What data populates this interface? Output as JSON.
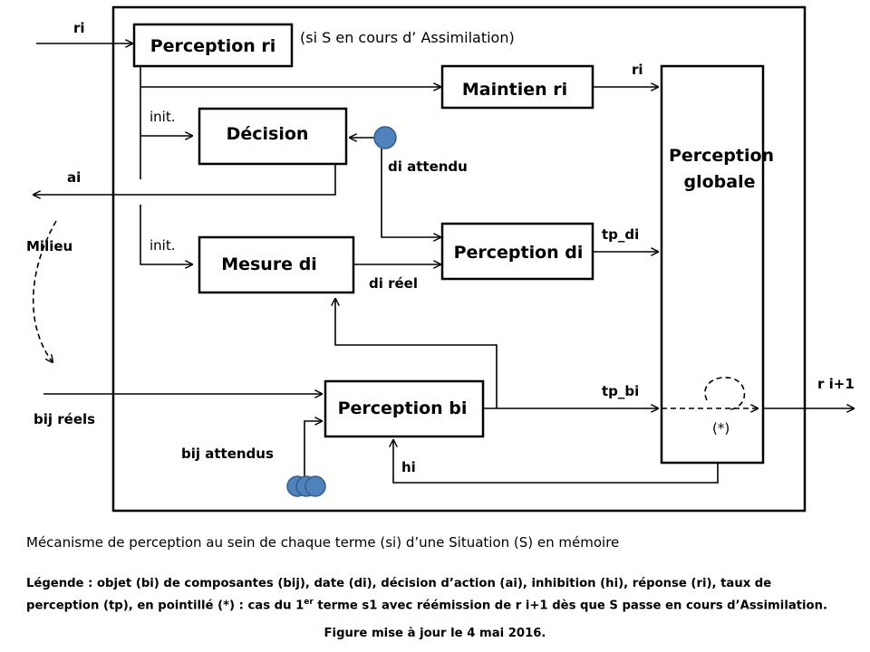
{
  "diagram": {
    "boxes": {
      "perception_ri": "Perception ri",
      "maintien_ri": "Maintien ri",
      "decision": "Décision",
      "mesure_di": "Mesure di",
      "perception_di": "Perception di",
      "perception_bi": "Perception bi",
      "perception_globale_line1": "Perception",
      "perception_globale_line2": "globale"
    },
    "labels": {
      "ri_in": "ri",
      "si_note": "(si S en cours d’ Assimilation)",
      "ri_out": "ri",
      "init_1": "init.",
      "init_2": "init.",
      "ai": "ai",
      "milieu": "Milieu",
      "di_attendu": "di attendu",
      "tp_di": "tp_di",
      "di_reel": "di réel",
      "tp_bi": "tp_bi",
      "r_i1": "r i+1",
      "bij_reels": "bij réels",
      "bij_attendus": "bij attendus",
      "hi": "hi",
      "star": "(*)"
    }
  },
  "caption": {
    "main": "Mécanisme de perception au sein de chaque terme (si) d’une Situation  (S) en mémoire",
    "legend_line1": "Légende : objet (bi) de composantes (bij), date (di), décision d’action (ai), inhibition (hi), réponse (ri), taux de",
    "legend_line2_a": "perception (tp), en pointillé (*) : cas du 1",
    "legend_line2_sup": "er",
    "legend_line2_b": " terme s1 avec réémission de r  i+1 dès que S passe en cours d’Assimilation.",
    "figure_date": "Figure mise à jour le 4 mai 2016."
  },
  "colors": {
    "line": "#000000",
    "node_fill": "#4f81bd",
    "node_stroke": "#385d8a"
  }
}
